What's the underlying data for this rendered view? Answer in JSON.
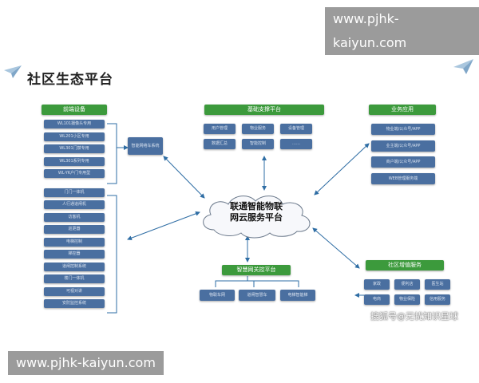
{
  "watermark_top": "www.pjhk-kaiyun.com",
  "watermark_bottom": "www.pjhk-kaiyun.com",
  "title": "社区生态平台",
  "center": {
    "line1": "联通智能物联",
    "line2": "网云服务平台"
  },
  "groups": {
    "front": {
      "header": "前端设备",
      "items": [
        "WL101摄像头专用",
        "WL201小区专用",
        "WL301门禁专用",
        "WL301系列专用",
        "WL-YK户门专用型",
        "门门一体机",
        "人行通道闸机",
        "访客机",
        "巡更器",
        "电梯控制",
        "梯控器",
        "道闸控制系统",
        "楼门一体机",
        "可视对讲",
        "安防监控系统"
      ]
    },
    "gateway": {
      "label": "智能网络车系统"
    },
    "base": {
      "header": "基础支撑平台",
      "row1": [
        "用户管理",
        "物业服务",
        "设备管理"
      ],
      "row2": [
        "数据汇总",
        "智能控制",
        "……"
      ]
    },
    "business": {
      "header": "业务应用",
      "items": [
        "物业端/公众号/APP",
        "业主端/公众号/APP",
        "商户端/公众号/APP",
        "WEB管理服务端"
      ]
    },
    "smart": {
      "header": "智慧网关控平台",
      "items": [
        "物联车网",
        "道闸智慧车",
        "电梯智能梯"
      ]
    },
    "community": {
      "header": "社区增值服务",
      "row1": [
        "家政",
        "便利店",
        "医生站"
      ],
      "row2": [
        "电商",
        "物业保险",
        "信用服务"
      ]
    }
  },
  "credit": "搜狐号@无忧知识星球"
}
